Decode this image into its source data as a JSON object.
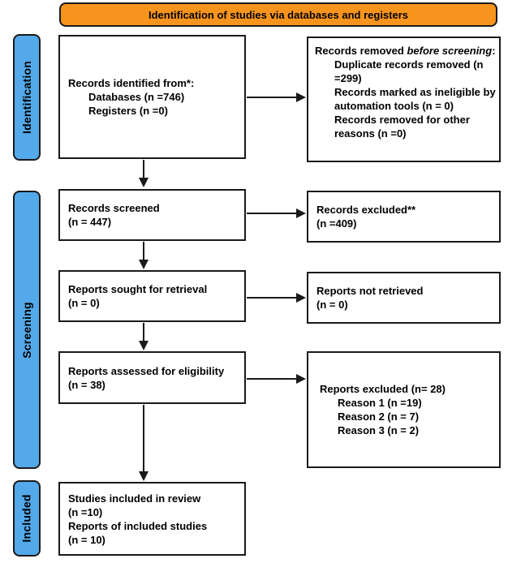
{
  "header": {
    "title": "Identification of studies via databases and registers"
  },
  "stages": {
    "identification": "Identification",
    "screening": "Screening",
    "included": "Included"
  },
  "boxes": {
    "records_identified": {
      "title": "Records identified from*:",
      "items": [
        "Databases (n =746)",
        "Registers (n =0)"
      ]
    },
    "records_removed": {
      "title_prefix": "Records removed ",
      "title_italic": "before screening",
      "title_suffix": ":",
      "items": [
        "Duplicate records removed (n =299)",
        "Records marked as ineligible by automation tools (n = 0)",
        "Records removed for other reasons (n =0)"
      ]
    },
    "records_screened": {
      "lines": [
        "Records screened",
        "(n = 447)"
      ]
    },
    "records_excluded": {
      "lines": [
        "Records excluded**",
        "(n =409)"
      ]
    },
    "reports_sought": {
      "lines": [
        "Reports sought for retrieval",
        "(n = 0)"
      ]
    },
    "reports_not_retrieved": {
      "lines": [
        "Reports not retrieved",
        "(n = 0)"
      ]
    },
    "reports_assessed": {
      "lines": [
        "Reports assessed for eligibility",
        "(n = 38)"
      ]
    },
    "reports_excluded": {
      "title": "Reports excluded (n= 28)",
      "items": [
        "Reason 1 (n =19)",
        "Reason 2 (n = 7)",
        "Reason 3 (n = 2)"
      ]
    },
    "studies_included": {
      "lines": [
        "Studies included in review",
        "(n =10)",
        "Reports of included studies",
        "(n = 10)"
      ]
    }
  },
  "colors": {
    "banner_bg": "#F7941D",
    "stage_bg": "#54A9EA",
    "line_color": "#1a1a1a",
    "box_bg": "#ffffff"
  }
}
